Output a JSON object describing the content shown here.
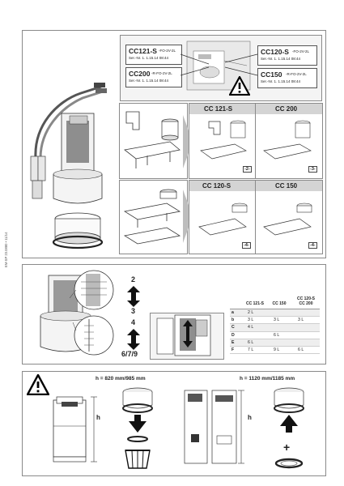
{
  "side_code": "EM-SP 23.0880 • 11/14",
  "panel1": {
    "labels": [
      {
        "code": "CC121-S",
        "suffix": "-FO-2V-2L",
        "serial": "Ser.-Nr. 1. 1.15.14 08:44"
      },
      {
        "code": "CC200",
        "suffix": "-R-FO-2V-2L",
        "serial": "Ser.-Nr. 1. 1.15.14 08:44"
      },
      {
        "code": "CC120-S",
        "suffix": "-FO-2V-2L",
        "serial": "Ser.-Nr. 1. 1.15.14 08:44"
      },
      {
        "code": "CC150",
        "suffix": "-R-FO-2V-2L",
        "serial": "Ser.-Nr. 1. 1.15.14 08:44"
      }
    ],
    "top_headers": [
      "CC 121-S",
      "CC 200"
    ],
    "bottom_headers": [
      "CC 120-S",
      "CC 150"
    ],
    "step_tags": [
      "-2-",
      "-3-",
      "-4-",
      "-4-"
    ]
  },
  "panel2": {
    "arrow_top_upper": "2",
    "arrow_top_lower": "3",
    "arrow_bottom_upper": "4",
    "arrow_bottom_lower": "6/7/9",
    "table": {
      "headers": [
        "CC 121-S",
        "CC 150",
        "CC 120-S\nCC 200"
      ],
      "rows": [
        {
          "key": "a",
          "c1": "2 L",
          "c2": "",
          "c3": ""
        },
        {
          "key": "b",
          "c1": "3 L",
          "c2": "3 L",
          "c3": "3 L"
        },
        {
          "key": "C",
          "c1": "4 L",
          "c2": "",
          "c3": ""
        },
        {
          "key": "D",
          "c1": "",
          "c2": "6 L",
          "c3": ""
        },
        {
          "key": "E",
          "c1": "6 L",
          "c2": "",
          "c3": ""
        },
        {
          "key": "F",
          "c1": "7 L",
          "c2": "9 L",
          "c3": "6 L"
        }
      ]
    }
  },
  "panel3": {
    "left_height": "h = 820 mm/985 mm",
    "right_height": "h = 1120 mm/1185 mm",
    "h_symbol": "h",
    "plus_symbol": "+"
  }
}
